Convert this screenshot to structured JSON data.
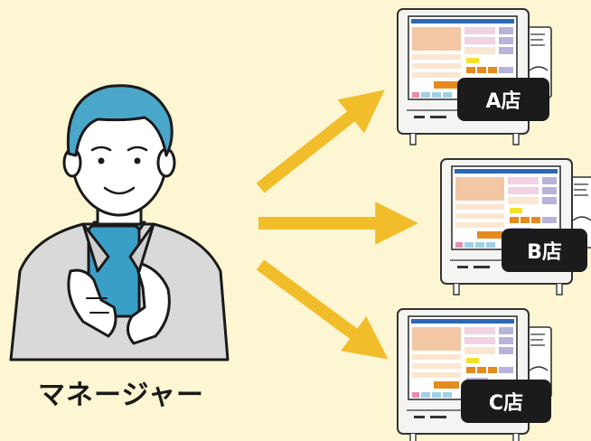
{
  "person": {
    "label": "マネージャー",
    "icon": "manager-with-smartphone-icon"
  },
  "stores": [
    {
      "label": "A店",
      "icon": "pos-register-icon"
    },
    {
      "label": "B店",
      "icon": "pos-register-icon"
    },
    {
      "label": "C店",
      "icon": "pos-register-icon"
    }
  ],
  "colors": {
    "background": "#fdf6d2",
    "arrow": "#f2bd2a",
    "shirt": "#4aa7c9",
    "phone": "#3a9fc6",
    "badge": "#1b1b1b"
  }
}
